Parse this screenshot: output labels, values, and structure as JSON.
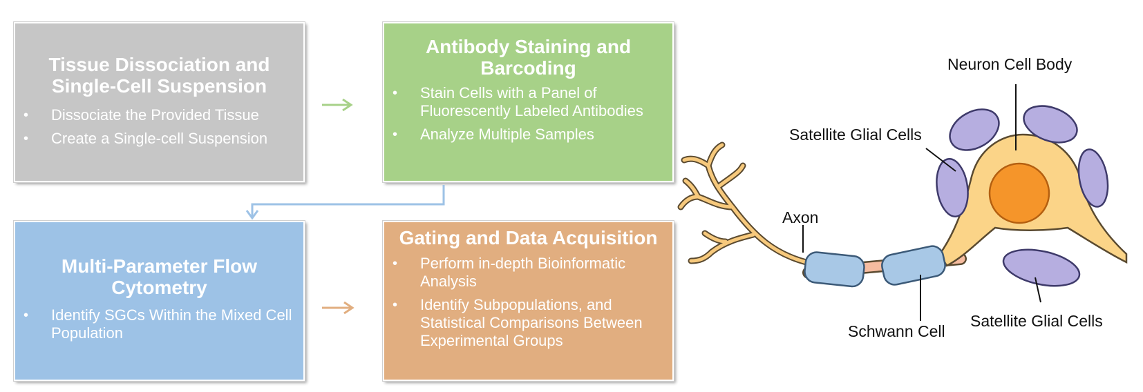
{
  "colors": {
    "tissue_box": "#c6c6c6",
    "antibody_box": "#a7d188",
    "flow_box": "#9dc2e6",
    "gating_box": "#e1ae80",
    "green_arrow": "#a7d188",
    "blue_arrow": "#9dc2e6",
    "orange_arrow": "#e1ae80",
    "glial_cell": "#b6aee0",
    "neuron_body": "#fbd488",
    "nucleus": "#f5952a",
    "schwann_cell": "#a8c8e6"
  },
  "steps": {
    "tissue": {
      "title": "Tissue Dissociation and Single-Cell Suspension",
      "bullets": [
        "Dissociate the Provided Tissue",
        "Create a Single-cell Suspension"
      ]
    },
    "antibody": {
      "title": "Antibody Staining and Barcoding",
      "bullets": [
        "Stain Cells with a Panel of Fluorescently Labeled Antibodies",
        "Analyze Multiple Samples"
      ]
    },
    "flow": {
      "title": "Multi-Parameter Flow Cytometry",
      "bullets": [
        "Identify SGCs Within the Mixed Cell Population"
      ]
    },
    "gating": {
      "title": "Gating and Data Acquisition",
      "bullets": [
        "Perform in-depth Bioinformatic Analysis",
        "Identify Subpopulations, and Statistical Comparisons Between Experimental Groups"
      ]
    }
  },
  "neuron_labels": {
    "cell_body": "Neuron Cell Body",
    "satellite_top": "Satellite Glial Cells",
    "axon": "Axon",
    "schwann": "Schwann Cell",
    "satellite_bottom": "Satellite Glial Cells"
  }
}
